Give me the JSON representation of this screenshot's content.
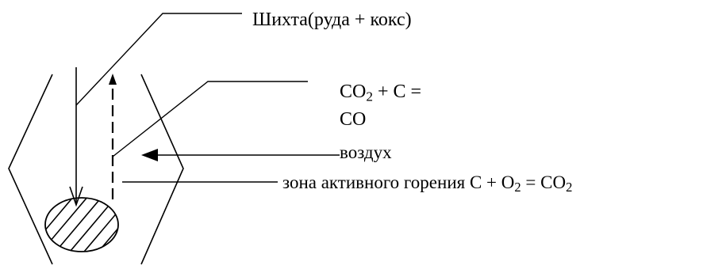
{
  "labels": {
    "charge": {
      "text": "Шихта(руда + кокс)"
    },
    "reaction_co": {
      "line1_pre": "CO",
      "line1_sub": "2",
      "line1_post": " + C =",
      "line2": "CO"
    },
    "air": {
      "text": "воздух"
    },
    "zone": {
      "pre": "зона активного горения C + O",
      "sub1": "2",
      "mid": " = CO",
      "sub2": "2"
    }
  },
  "colors": {
    "stroke": "#000000",
    "background": "#ffffff"
  }
}
